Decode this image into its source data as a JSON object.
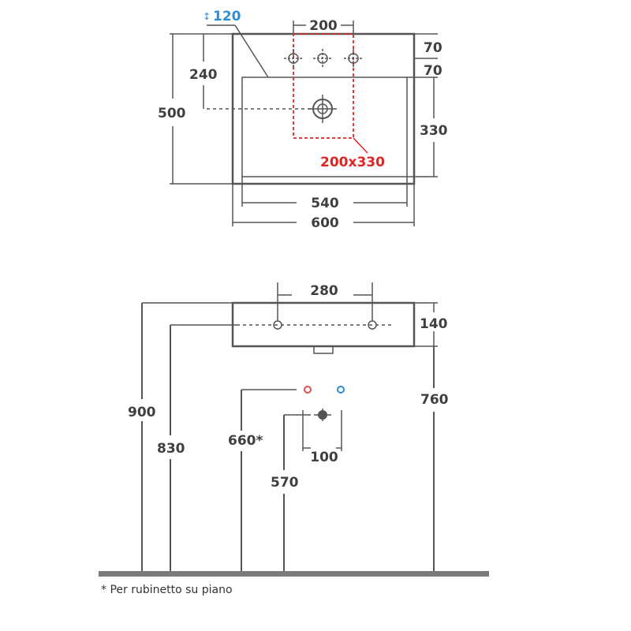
{
  "top_view": {
    "dim_depth_total": "500",
    "dim_waste_offset": "240",
    "dim_deck_thickness": "120",
    "dim_tap_span": "200",
    "dim_tap_offset_top": "70",
    "dim_tap_offset_second": "70",
    "dim_basin_depth": "330",
    "dim_basin_width": "540",
    "dim_width_total": "600",
    "dim_install_area": "200x330"
  },
  "front_view": {
    "dim_tap_span": "280",
    "dim_height": "140",
    "dim_floor_to_top": "900",
    "dim_floor_to_taps": "830",
    "dim_floor_to_supply": "660*",
    "dim_floor_to_waste": "570",
    "dim_waste_width": "100",
    "dim_floor_to_bottom": "760"
  },
  "footnote": "* Per rubinetto su piano",
  "colors": {
    "line": "#555555",
    "text": "#3f3f3f",
    "highlight_blue": "#2b8fd6",
    "highlight_red": "#e02424",
    "floor": "#7a7a7a"
  }
}
